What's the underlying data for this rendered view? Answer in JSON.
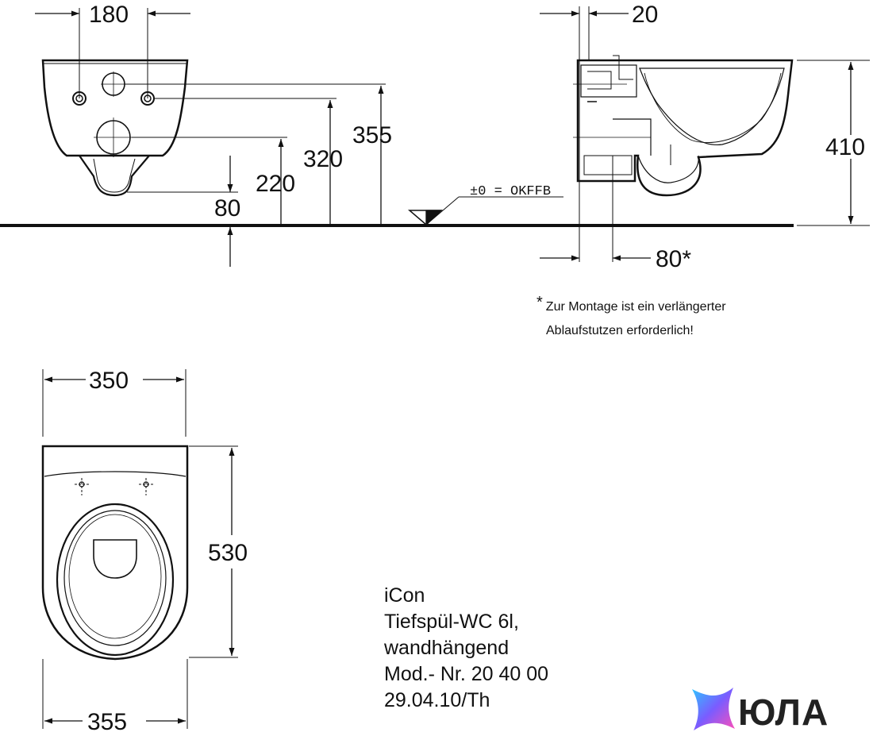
{
  "dimensions": {
    "top_width": "180",
    "wall_offset": "20",
    "height_355": "355",
    "height_320": "320",
    "height_220": "220",
    "height_80": "80",
    "height_410": "410",
    "projection_80": "80*",
    "floor_reference": "±0 = OKFFB",
    "plan_width_top": "350",
    "plan_depth": "530",
    "plan_width_bottom": "355"
  },
  "footnote": {
    "marker": "*",
    "line1": "Zur Montage ist ein verlängerter",
    "line2": "Ablaufstutzen erforderlich!"
  },
  "product": {
    "name": "iCon",
    "line2": "Tiefspül-WC 6l,",
    "line3": "wandhängend",
    "model": "Mod.- Nr. 20 40 00",
    "date": "29.04.10/Th"
  },
  "logo": {
    "text": "ЮЛА",
    "icon": "star-logo-icon"
  }
}
